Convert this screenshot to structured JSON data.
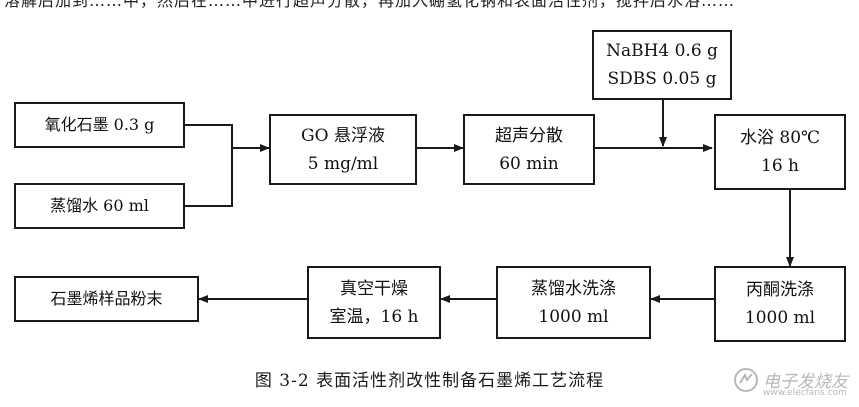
{
  "top_text": "溶解后加到……中，然后在……中进行超声分散，再加入硼氢化钠和表面活性剂，搅拌后水浴……",
  "nodes": {
    "graphite_oxide": {
      "lines": [
        "氧化石墨 0.3 g"
      ]
    },
    "distilled_water": {
      "lines": [
        "蒸馏水 60 ml"
      ]
    },
    "go_suspension": {
      "lines": [
        "GO 悬浮液",
        "5 mg/ml"
      ]
    },
    "ultrasonic": {
      "lines": [
        "超声分散",
        "60 min"
      ]
    },
    "reagents": {
      "lines": [
        "NaBH4 0.6 g",
        "SDBS 0.05 g"
      ]
    },
    "water_bath": {
      "lines": [
        "水浴 80℃",
        "16 h"
      ]
    },
    "acetone_wash": {
      "lines": [
        "丙酮洗涤",
        "1000 ml"
      ]
    },
    "water_wash": {
      "lines": [
        "蒸馏水洗涤",
        "1000 ml"
      ]
    },
    "vacuum_dry": {
      "lines": [
        "真空干燥",
        "室温，16 h"
      ]
    },
    "product": {
      "lines": [
        "石墨烯样品粉末"
      ]
    }
  },
  "caption": "图 3-2  表面活性剂改性制备石墨烯工艺流程",
  "watermark": {
    "name": "电子发烧友",
    "url": "www.elecfans.com"
  },
  "colors": {
    "line": "#1a1a1a",
    "watermark": "#b8b8b8"
  }
}
